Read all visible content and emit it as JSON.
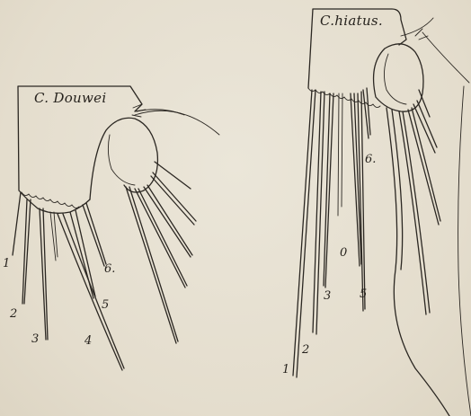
{
  "figures": [
    {
      "title": "C. Douwei",
      "labels": [
        "1",
        "2",
        "3",
        "4",
        "5",
        "6."
      ]
    },
    {
      "title": "C.hiatus.",
      "labels": [
        "1",
        "2",
        "3",
        "0",
        "5",
        "6."
      ]
    }
  ],
  "colors": {
    "paper": "#e6e0d2",
    "ink": "#2b2722"
  }
}
